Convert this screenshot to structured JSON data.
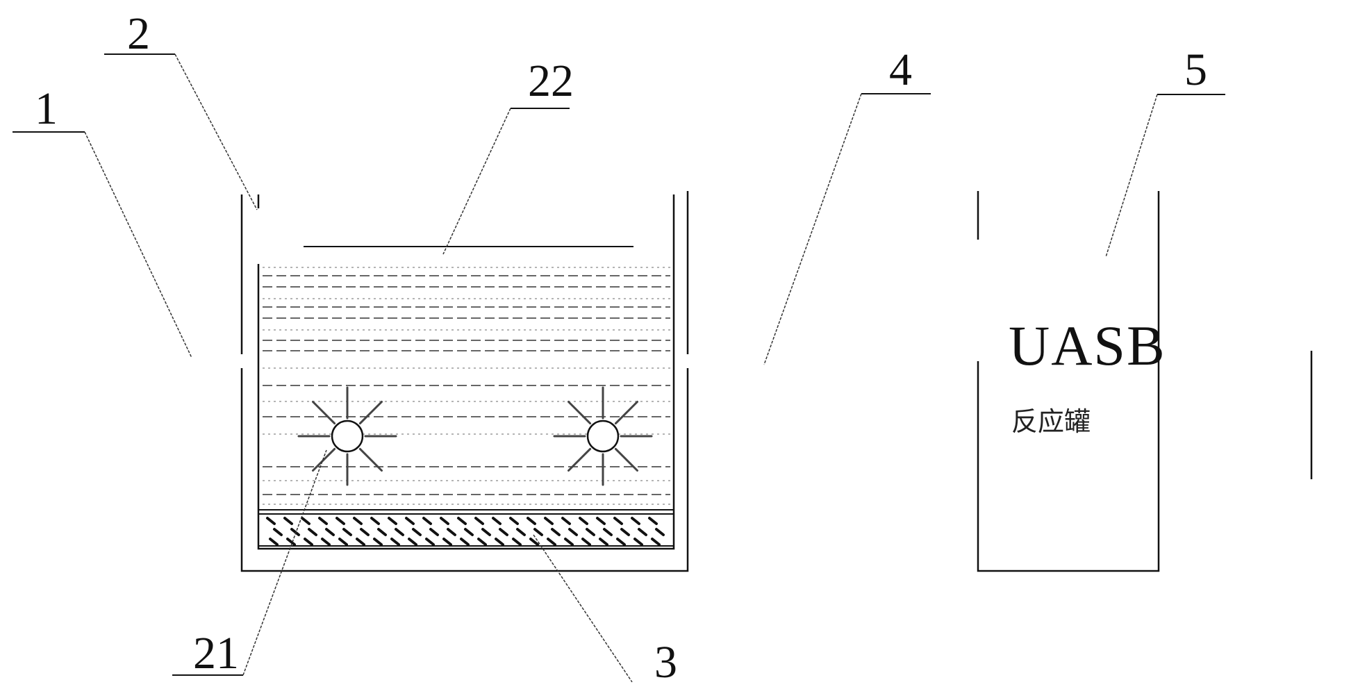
{
  "diagram": {
    "labels": {
      "n1": "1",
      "n2": "2",
      "n22": "22",
      "n4": "4",
      "n5": "5",
      "n21": "21",
      "n3": "3"
    },
    "reactor": {
      "name": "UASB",
      "caption": "反应罐"
    }
  }
}
